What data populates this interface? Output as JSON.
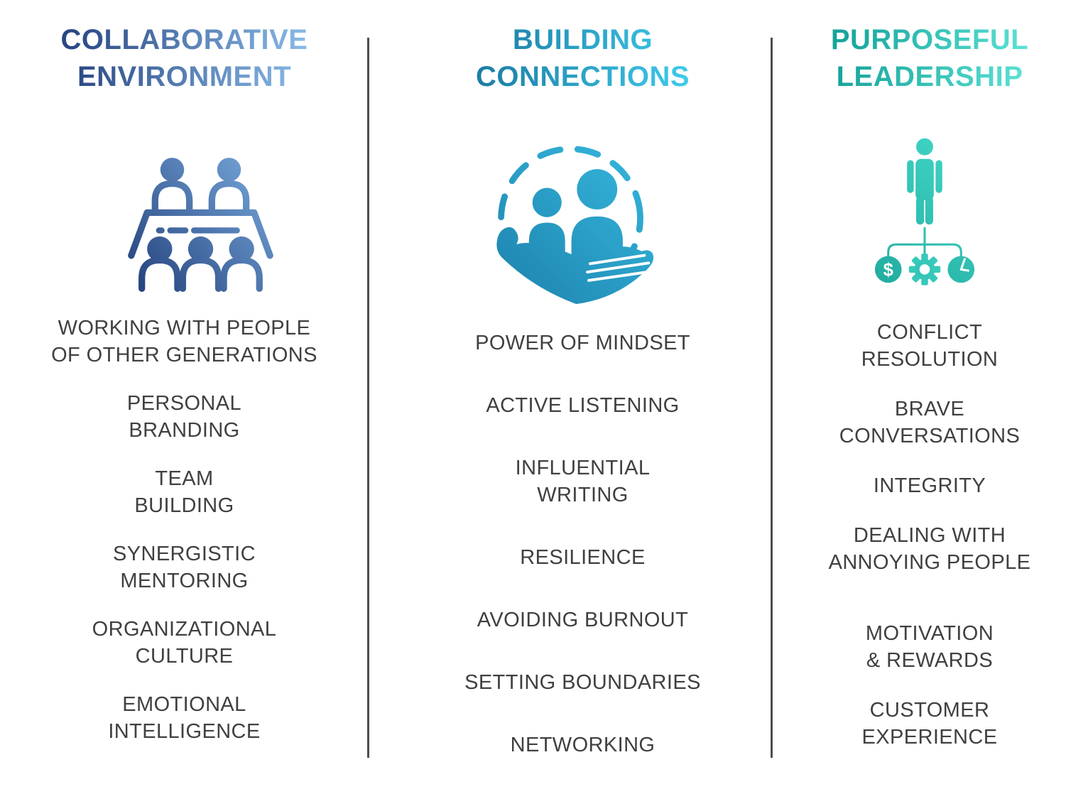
{
  "columns": [
    {
      "title": "COLLABORATIVE\nENVIRONMENT",
      "icon": "meeting-table-icon",
      "title_gradient": [
        "#2a4784",
        "#8abce9"
      ],
      "items": [
        "WORKING WITH PEOPLE\nOF OTHER GENERATIONS",
        "PERSONAL\nBRANDING",
        "TEAM\nBUILDING",
        "SYNERGISTIC\nMENTORING",
        "ORGANIZATIONAL\nCULTURE",
        "EMOTIONAL\nINTELLIGENCE"
      ]
    },
    {
      "title": "BUILDING\nCONNECTIONS",
      "icon": "hand-holding-people-icon",
      "title_gradient": [
        "#1c7ea6",
        "#3fcbec"
      ],
      "items": [
        "POWER OF MINDSET",
        "ACTIVE LISTENING",
        "INFLUENTIAL\nWRITING",
        "RESILIENCE",
        "AVOIDING BURNOUT",
        "SETTING BOUNDARIES",
        "NETWORKING"
      ]
    },
    {
      "title": "PURPOSEFUL\nLEADERSHIP",
      "icon": "leader-org-chart-icon",
      "title_gradient": [
        "#16a49b",
        "#5ce2d5"
      ],
      "items": [
        "CONFLICT\nRESOLUTION",
        "BRAVE\nCONVERSATIONS",
        "INTEGRITY",
        "DEALING WITH\nANNOYING PEOPLE",
        "MOTIVATION\n& REWARDS",
        "CUSTOMER\nEXPERIENCE"
      ]
    }
  ],
  "colors": {
    "body_text": "#404040",
    "divider": "#4d4d4d",
    "icon_blue_dark": "#1e3a75",
    "icon_blue_light": "#7fb2e5",
    "icon_cyan_dark": "#1b7fa9",
    "icon_cyan_light": "#38bbe2",
    "icon_teal_dark": "#1fa89d",
    "icon_teal_light": "#45dccb"
  }
}
